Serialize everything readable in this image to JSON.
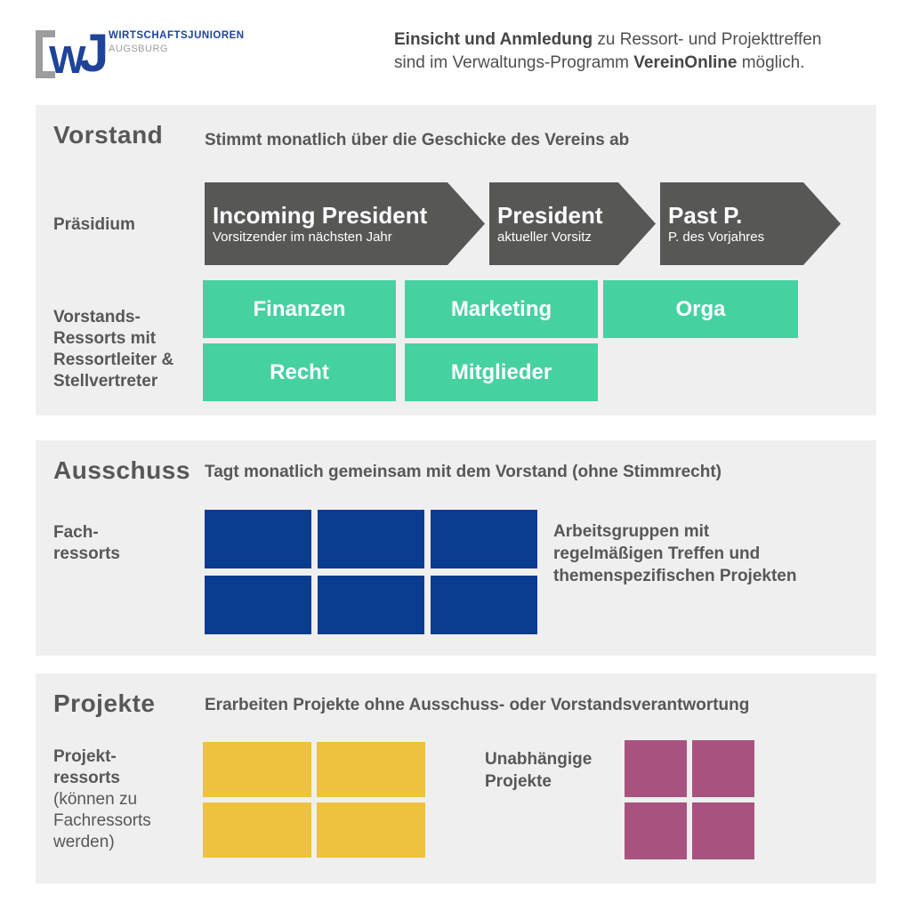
{
  "header": {
    "logo": {
      "letter_w": "W",
      "letter_j": "J",
      "org_name": "WIRTSCHAFTSJUNIOREN",
      "org_city": "AUGSBURG"
    },
    "note": {
      "bold_lead": "Einsicht und Anmledung",
      "rest_line1": " zu Ressort- und Projekttreffen",
      "line2_pre": "sind im Verwaltungs-Programm ",
      "line2_bold": "VereinOnline",
      "line2_post": " möglich."
    }
  },
  "vorstand": {
    "title": "Vorstand",
    "subtitle": "Stimmt monatlich über die Geschicke des Vereins ab",
    "praesidium_label": "Präsidium",
    "arrows": [
      {
        "title": "Incoming President",
        "subtitle": "Vorsitzender im nächsten Jahr"
      },
      {
        "title": "President",
        "subtitle": "aktueller Vorsitz"
      },
      {
        "title": "Past P.",
        "subtitle": "P. des Vorjahres"
      }
    ],
    "ressorts_label": "Vorstands-\nRessorts mit\nRessortleiter &\nStellvertreter",
    "ressorts": [
      "Finanzen",
      "Marketing",
      "Orga",
      "Recht",
      "Mitglieder"
    ]
  },
  "ausschuss": {
    "title": "Ausschuss",
    "subtitle": "Tagt monatlich gemeinsam mit dem Vorstand (ohne Stimmrecht)",
    "label": "Fach-\nressorts",
    "fachressort_count": 6,
    "note": "Arbeitsgruppen mit\nregelmäßigen Treffen und\nthemenspezifischen Projekten"
  },
  "projekte": {
    "title": "Projekte",
    "subtitle": "Erarbeiten Projekte ohne Ausschuss- oder Vorstandsverantwortung",
    "label_bold": "Projekt-\nressorts",
    "label_rest": "(können zu\nFachressorts\nwerden)",
    "projektressort_count": 4,
    "independent_label": "Unabhängige\nProjekte",
    "independent_count": 4
  },
  "colors": {
    "panel_bg": "#efefef",
    "text_dark": "#57575a",
    "arrow_gray": "#575756",
    "green": "#46d1a1",
    "navy": "#0b3c90",
    "yellow": "#eec23e",
    "purple": "#a8537f",
    "logo_blue": "#1d4499",
    "logo_gray": "#9d9d9c"
  }
}
